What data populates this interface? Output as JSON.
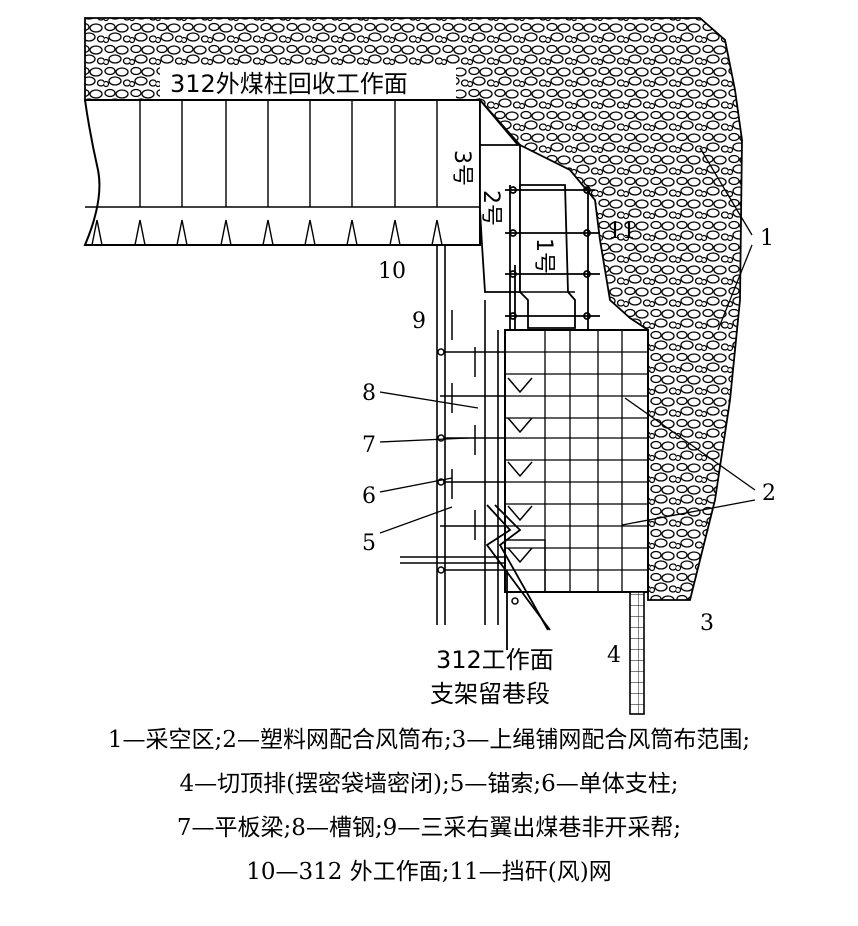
{
  "labels": {
    "top_face": "312外煤柱回收工作面",
    "hao3": "3号",
    "hao2": "2号",
    "hao1": "1号",
    "n1": "1",
    "n2": "2",
    "n3": "3",
    "n4": "4",
    "n5": "5",
    "n6": "6",
    "n7": "7",
    "n8": "8",
    "n9": "9",
    "n10": "10",
    "n11": "11",
    "bottom_line1": "312工作面",
    "bottom_line2": "支架留巷段"
  },
  "legend": {
    "line1": "1—采空区;2—塑料网配合风筒布;3—上绳铺网配合风筒布范围;",
    "line2": "4—切顶排(摆密袋墙密闭);5—锚索;6—单体支柱;",
    "line3": "7—平板梁;8—槽钢;9—三采右翼出煤巷非开采帮;",
    "line4": "10—312 外工作面;11—挡矸(风)网"
  }
}
